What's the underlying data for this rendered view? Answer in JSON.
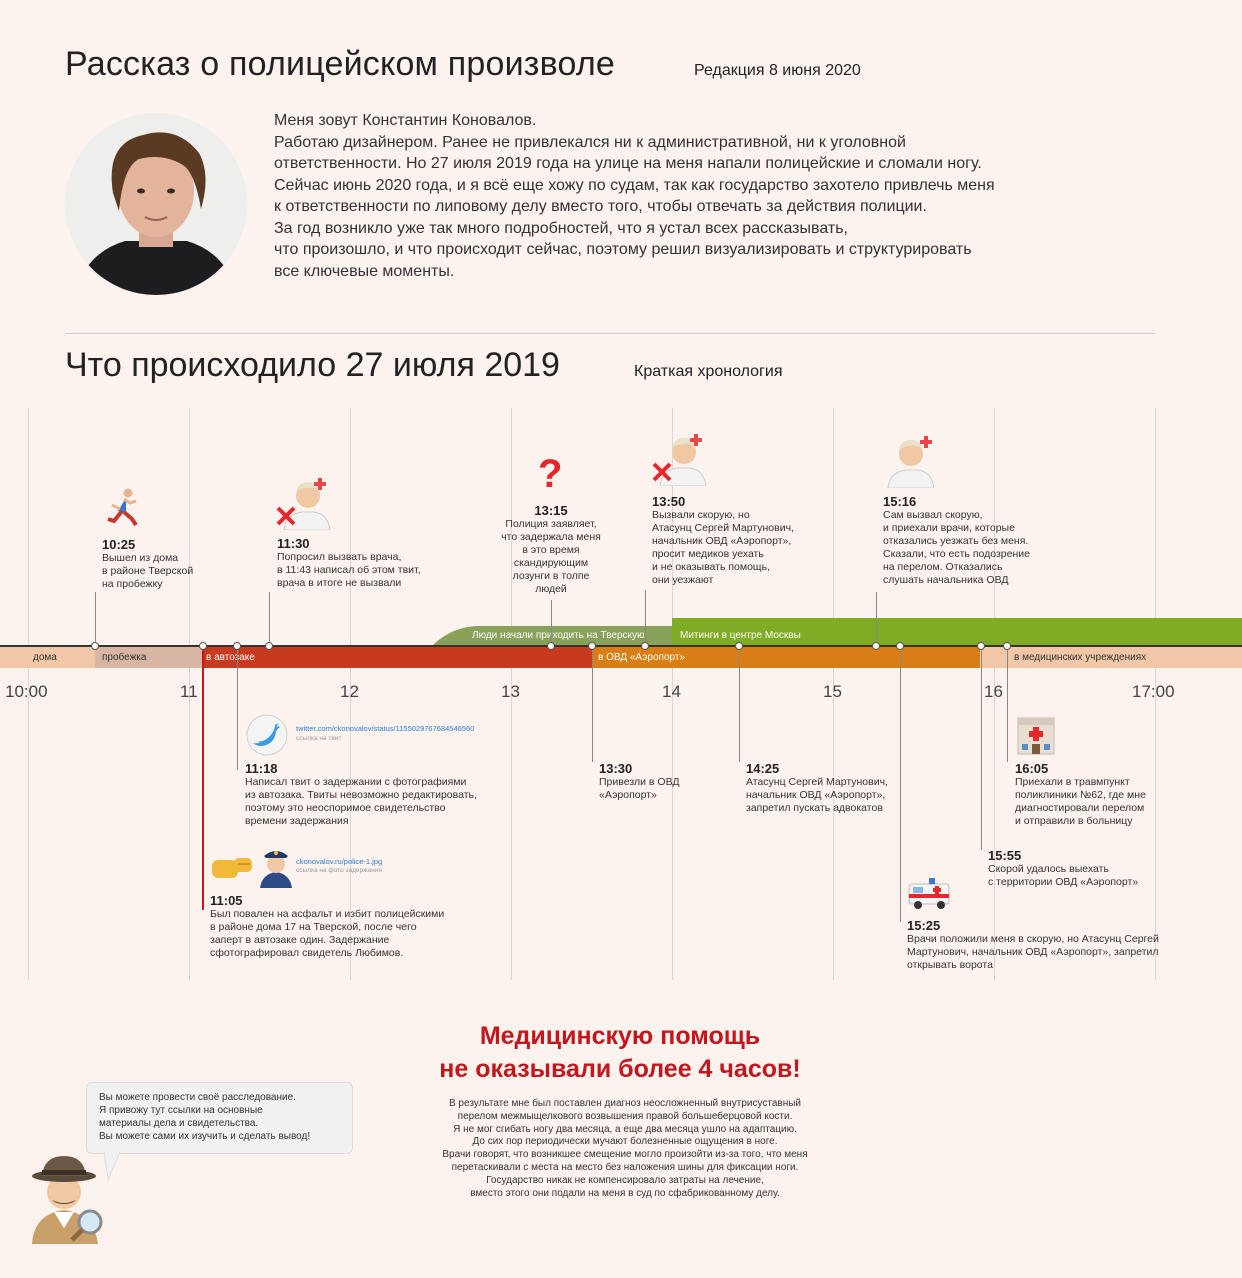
{
  "header": {
    "title": "Рассказ о полицейском произволе",
    "edition": "Редакция 8 июня 2020"
  },
  "intro_lines": [
    "Меня зовут Константин Коновалов.",
    "Работаю дизайнером. Ранее не привлекался ни к административной, ни к уголовной",
    "ответственности. Но 27 июля 2019 года на улице на меня напали полицейские и сломали ногу.",
    "Сейчас июнь 2020 года, и я всё еще хожу по судам, так как государство захотело привлечь меня",
    "к ответственности по липовому делу вместо того, чтобы отвечать за действия полиции.",
    "За год возникло уже так много подробностей, что я устал всех рассказывать,",
    "что произошло, и что происходит сейчас, поэтому решил визуализировать и структурировать",
    "все ключевые моменты."
  ],
  "timeline_header": {
    "title": "Что происходило 27 июля 2019",
    "subtitle": "Краткая хронология"
  },
  "hour_ticks": [
    "10:00",
    "11",
    "12",
    "13",
    "14",
    "15",
    "16",
    "17:00"
  ],
  "bands": {
    "home": "дома",
    "jog": "пробежка",
    "van": "в автозаке",
    "ovd": "в ОВД «Аэропорт»",
    "medical": "в медицинских учреждениях",
    "people": "Люди начали приходить на Тверскую",
    "rallies": "Митинги в центре Москвы"
  },
  "events_top": [
    {
      "time": "10:25",
      "lines": [
        "Вышел из дома",
        "в районе Тверской",
        "на пробежку"
      ]
    },
    {
      "time": "11:30",
      "lines": [
        "Попросил вызвать врача,",
        "в 11:43 написал об этом твит,",
        "врача в итоге не вызвали"
      ]
    },
    {
      "time": "13:15",
      "lines": [
        "Полиция заявляет,",
        "что задержала меня",
        "в это время",
        "скандирующим",
        "лозунги в толпе",
        "людей"
      ]
    },
    {
      "time": "13:50",
      "lines": [
        "Вызвали скорую, но",
        "Атасунц Сергей Мартунович,",
        "начальник ОВД «Аэропорт»,",
        "просит медиков уехать",
        "и не оказывать помощь,",
        "они уезжают"
      ]
    },
    {
      "time": "15:16",
      "lines": [
        "Сам вызвал скорую,",
        "и приехали врачи, которые",
        "отказались уезжать без меня.",
        "Сказали, что есть подозрение",
        "на перелом. Отказались",
        "слушать начальника ОВД"
      ]
    }
  ],
  "events_bottom": [
    {
      "time": "11:18",
      "lines": [
        "Написал твит о задержании с фотографиями",
        "из автозака. Твиты невозможно редактировать,",
        "поэтому это неоспоримое свидетельство",
        "времени задержания"
      ]
    },
    {
      "time": "11:05",
      "lines": [
        "Был повален на асфальт и избит полицейскими",
        "в районе дома 17 на Тверской, после чего",
        "заперт в автозаке один. Задержание",
        "сфотографировал свидетель Любимов."
      ]
    },
    {
      "time": "13:30",
      "lines": [
        "Привезли в ОВД",
        "«Аэропорт»"
      ]
    },
    {
      "time": "14:25",
      "lines": [
        "Атасунц Сергей Мартунович,",
        "начальник ОВД «Аэропорт»,",
        "запретил пускать адвокатов"
      ]
    },
    {
      "time": "16:05",
      "lines": [
        "Приехали в травмпункт",
        "поликлиники №62, где мне",
        "диагностировали перелом",
        "и отправили в больницу"
      ]
    },
    {
      "time": "15:55",
      "lines": [
        "Скорой удалось выехать",
        "с территории ОВД «Аэропорт»"
      ]
    },
    {
      "time": "15:25",
      "lines": [
        "Врачи положили меня в скорую, но Атасунц Сергей",
        "Мартунович, начальник ОВД «Аэропорт», запретил",
        "открывать ворота"
      ]
    }
  ],
  "links": {
    "tweet_url": "twitter.com/ckonovalov/status/1155029767684546560",
    "tweet_label": "ссылка на твит",
    "photo_url": "ckonovalov.ru/police-1.jpg",
    "photo_label": "ссылка на фото задержания"
  },
  "alarm": [
    "Медицинскую помощь",
    "не оказывали более 4 часов!"
  ],
  "final_lines": [
    "В результате мне был поставлен диагноз неосложненный внутрисуставный",
    "перелом межмыщелкового возвышения правой большеберцовой кости.",
    "Я не мог сгибать ногу два месяца, а еще два месяца ушло на адаптацию.",
    "До сих пор периодически мучают болезненные ощущения в ноге.",
    "Врачи говорят, что возникшее смещение могло произойти из-за того, что меня",
    "перетаскивали с места на место без наложения шины для фиксации ноги.",
    "Государство никак не компенсировало затраты на лечение,",
    "вместо этого они подали на меня в суд по сфабрикованному делу."
  ],
  "bubble_lines": [
    "Вы можете провести своё расследование.",
    "Я привожу тут ссылки на основные",
    "материалы дела и свидетельства.",
    "Вы можете сами их изучить и сделать вывод!"
  ],
  "colors": {
    "home": "#f2c7a7",
    "jog": "#d9b6a4",
    "van": "#c83a1e",
    "ovd": "#d87e14",
    "medical": "#f2c7a7",
    "people": "#8aa15a",
    "rallies": "#7fac24",
    "alarm": "#c4161c"
  }
}
